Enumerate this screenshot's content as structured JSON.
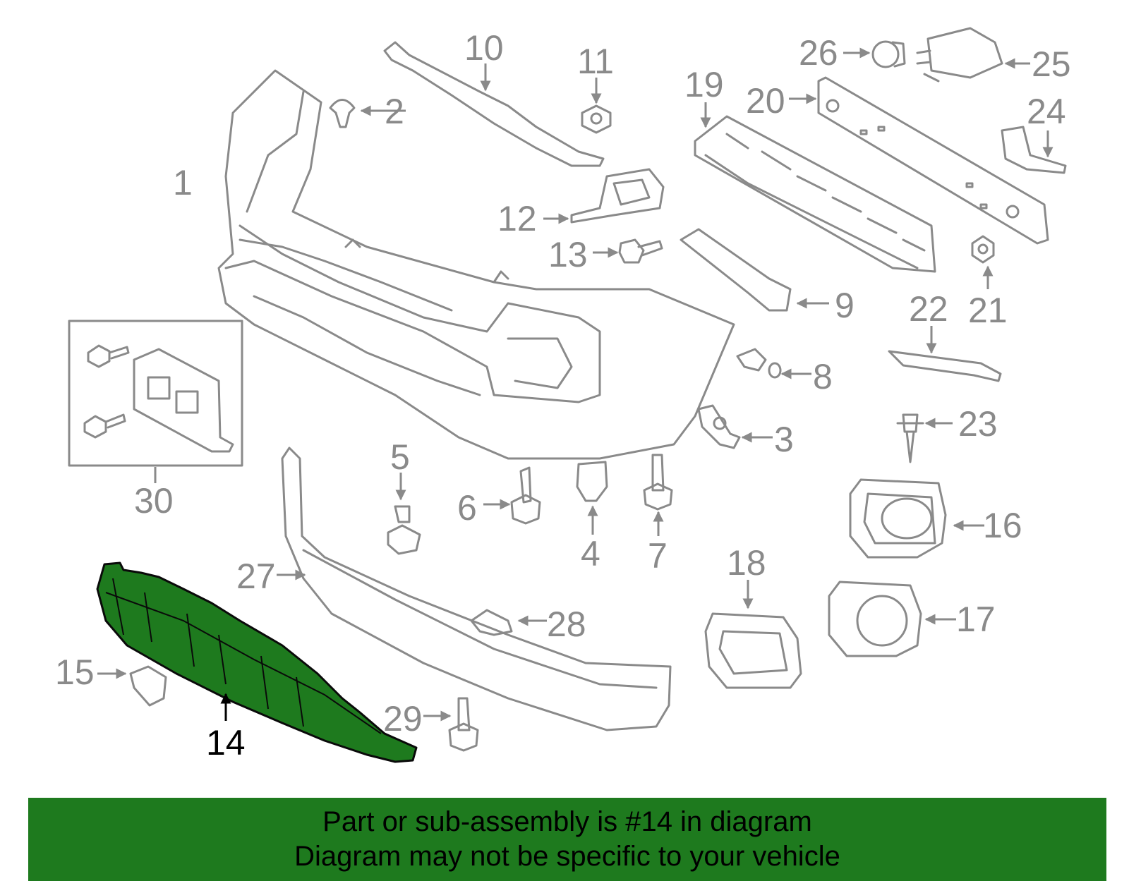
{
  "callouts": {
    "c1": "1",
    "c2": "2",
    "c3": "3",
    "c4": "4",
    "c5": "5",
    "c6": "6",
    "c7": "7",
    "c8": "8",
    "c9": "9",
    "c10": "10",
    "c11": "11",
    "c12": "12",
    "c13": "13",
    "c14": "14",
    "c15": "15",
    "c16": "16",
    "c17": "17",
    "c18": "18",
    "c19": "19",
    "c20": "20",
    "c21": "21",
    "c22": "22",
    "c23": "23",
    "c24": "24",
    "c25": "25",
    "c26": "26",
    "c27": "27",
    "c28": "28",
    "c29": "29",
    "c30": "30"
  },
  "highlighted_part": "14",
  "colors": {
    "highlight": "#1e7a1e",
    "line_art": "#8a8a8a",
    "highlight_callout": "#000000"
  },
  "footer": {
    "line1": "Part or sub-assembly is #14 in diagram",
    "line2": "Diagram may not be specific to your vehicle"
  }
}
